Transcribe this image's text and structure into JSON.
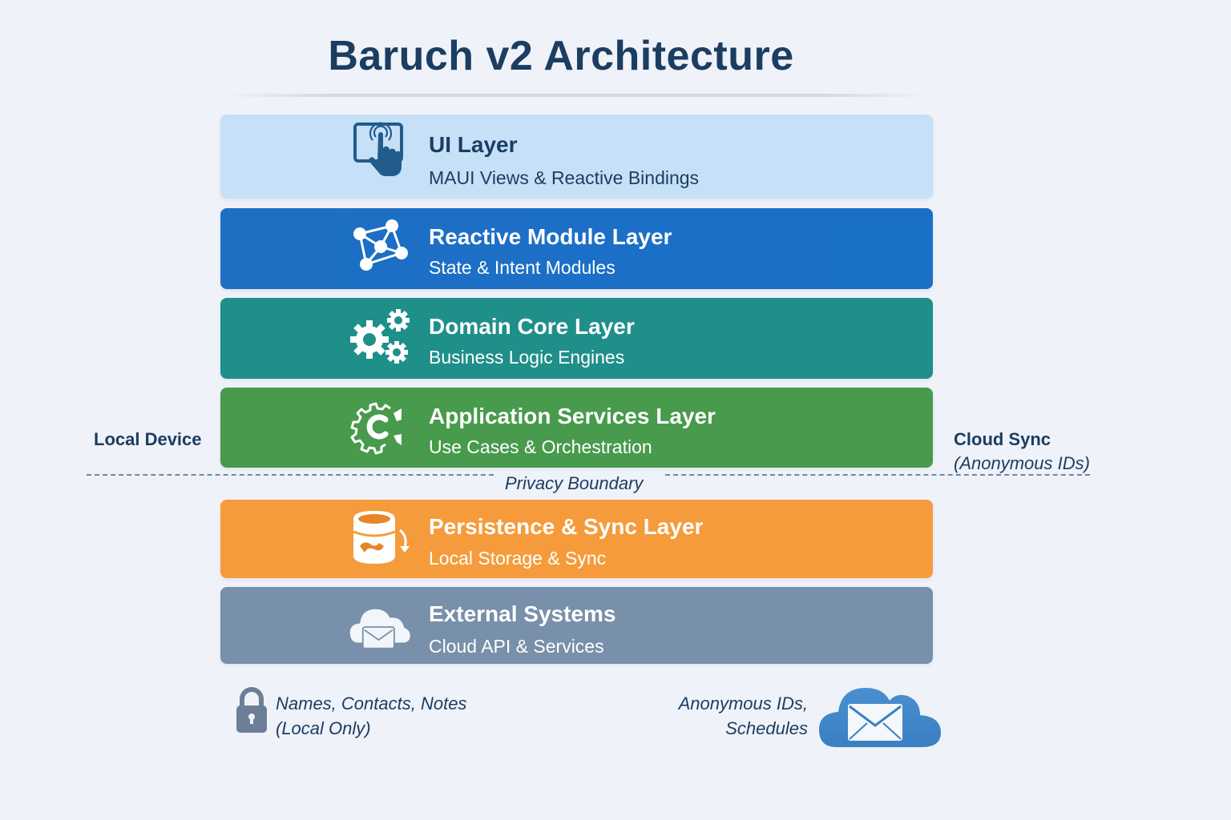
{
  "title": "Baruch v2 Architecture",
  "layers": [
    {
      "name": "UI Layer",
      "description": "MAUI Views & Reactive Bindings",
      "icon": "touch-screen-icon",
      "color": "#c6e0f8"
    },
    {
      "name": "Reactive Module Layer",
      "description": "State & Intent Modules",
      "icon": "network-nodes-icon",
      "color": "#1e6fc4"
    },
    {
      "name": "Domain Core Layer",
      "description": "Business Logic Engines",
      "icon": "gears-icon",
      "color": "#1f8f8a"
    },
    {
      "name": "Application Services Layer",
      "description": "Use Cases & Orchestration",
      "icon": "gear-cycle-icon",
      "color": "#489a4c"
    },
    {
      "name": "Persistence & Sync Layer",
      "description": "Local Storage & Sync",
      "icon": "database-sync-icon",
      "color": "#f59b3b"
    },
    {
      "name": "External Systems",
      "description": "Cloud API & Services",
      "icon": "cloud-mail-icon",
      "color": "#7890a9"
    }
  ],
  "regions": {
    "left": "Local Device",
    "right": "Cloud Sync",
    "right_sub": "(Anonymous IDs)"
  },
  "boundary": {
    "label": "Privacy Boundary"
  },
  "notes": {
    "local": [
      "Names, Contacts, Notes",
      "(Local Only)"
    ],
    "cloud": [
      "Anonymous IDs,",
      "Schedules"
    ]
  }
}
